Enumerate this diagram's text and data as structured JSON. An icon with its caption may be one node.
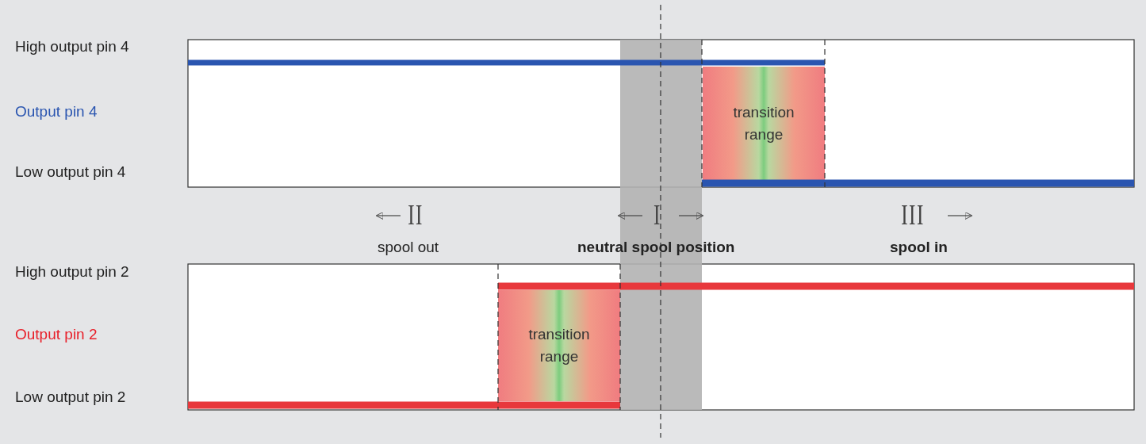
{
  "diagram": {
    "nodes": [
      {
        "text": [
          "transition range"
        ]
      },
      {
        "text": [
          "transition range"
        ]
      }
    ],
    "labels": [
      "High output pin 4",
      "Output pin 4",
      "Low output pin 4",
      "II",
      "I",
      "III",
      "spool out",
      "neutral spool position",
      "spool in",
      "High output pin 2",
      "Output pin 2",
      "Low output pin 2"
    ]
  }
}
